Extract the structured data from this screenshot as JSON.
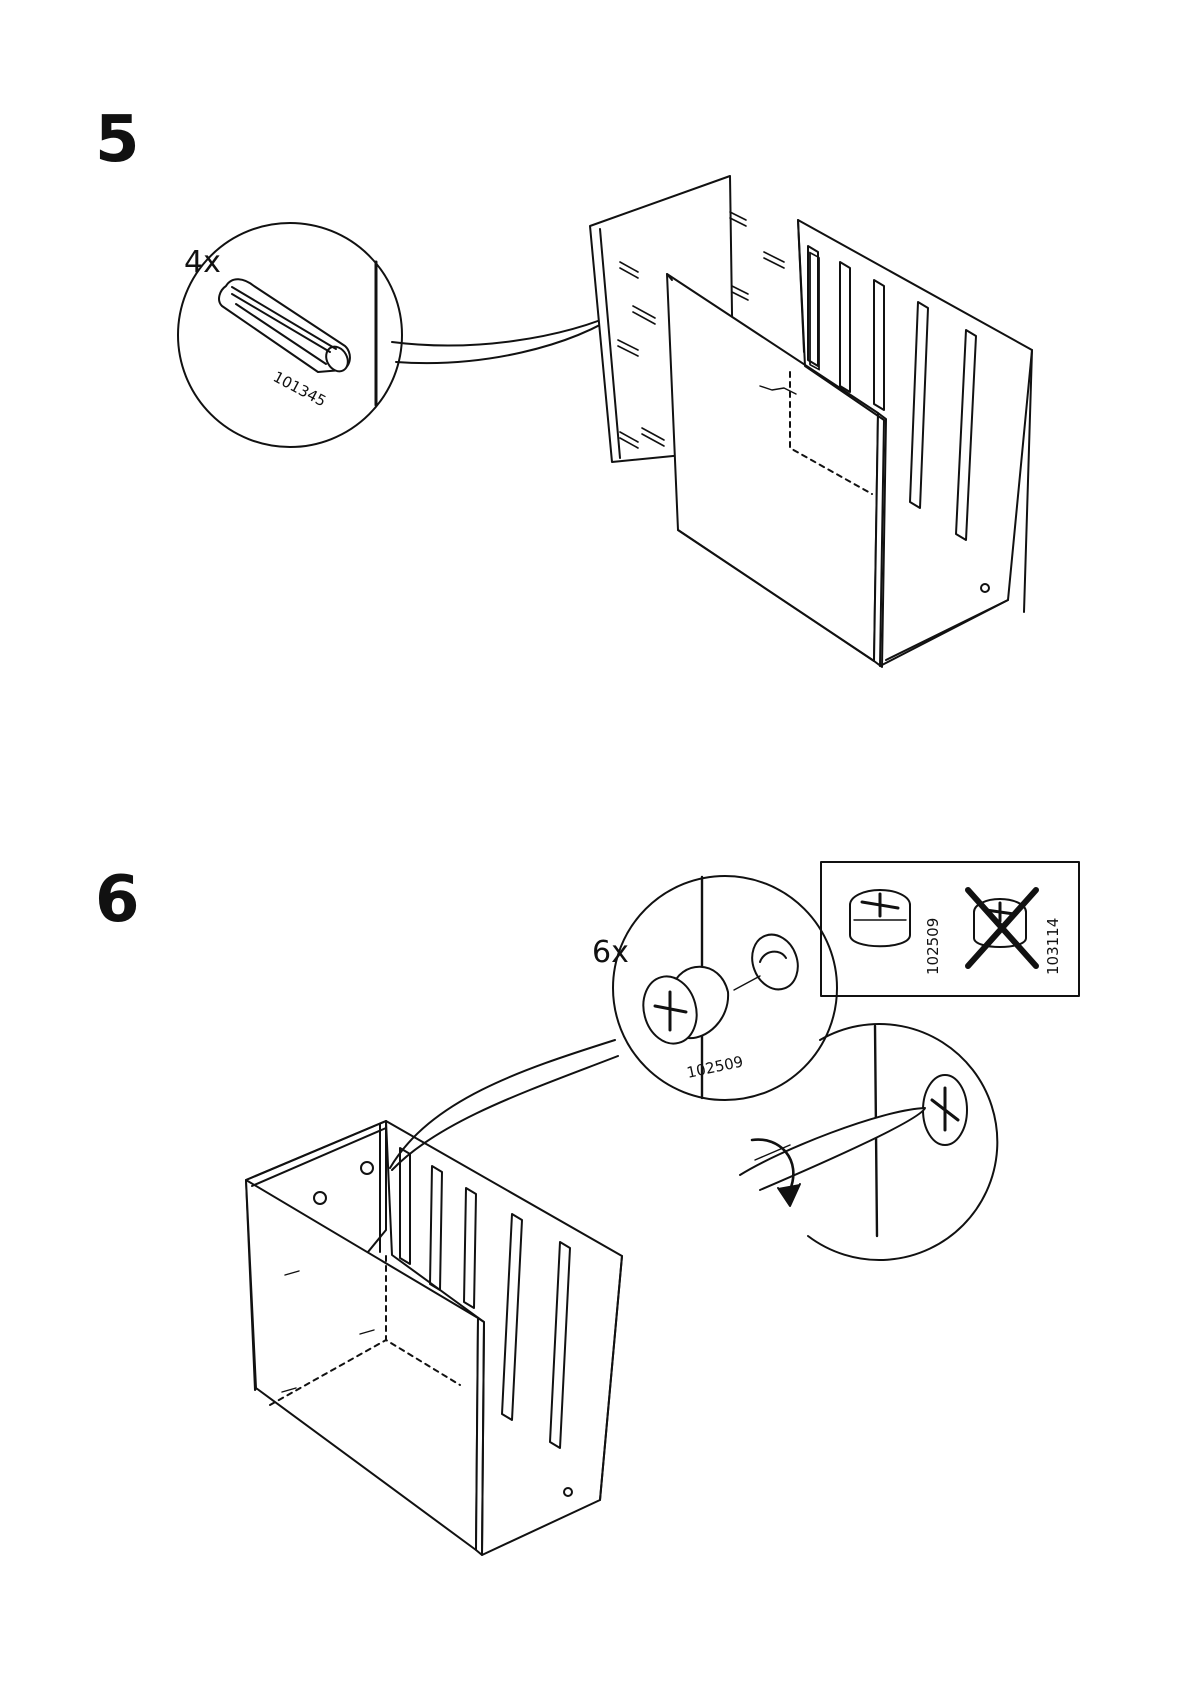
{
  "steps": [
    {
      "number": "5",
      "detail": {
        "quantity": "4x",
        "part_number": "101345",
        "icon": "wooden-dowel-icon"
      }
    },
    {
      "number": "6",
      "detail": {
        "quantity": "6x",
        "part_number": "102509",
        "icon": "cam-lock-nut-icon"
      },
      "comparison": {
        "correct_part": "102509",
        "wrong_part": "103114"
      },
      "tool_icon": "screwdriver-icon"
    }
  ]
}
